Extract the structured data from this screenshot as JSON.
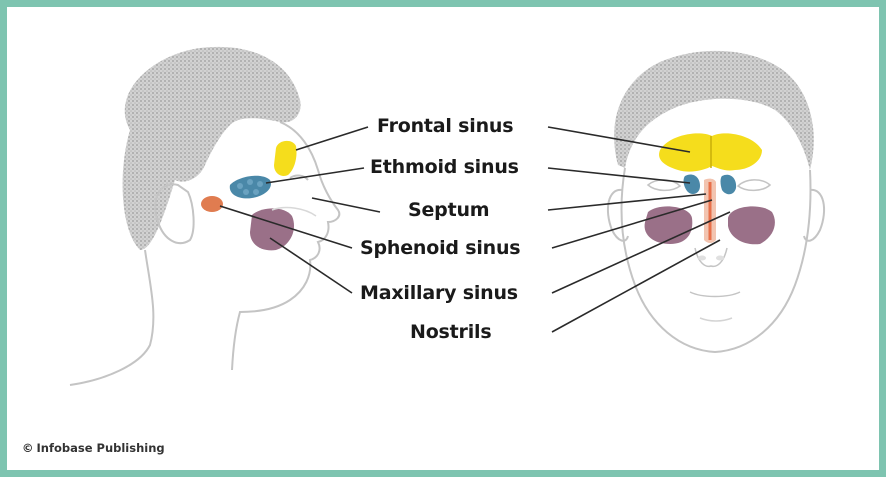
{
  "labels": {
    "frontal": "Frontal sinus",
    "ethmoid": "Ethmoid sinus",
    "septum": "Septum",
    "sphenoid": "Sphenoid sinus",
    "maxillary": "Maxillary sinus",
    "nostrils": "Nostrils"
  },
  "credit": {
    "symbol": "©",
    "text": "Infobase Publishing"
  },
  "colors": {
    "border": "#7ec4b0",
    "frontal": "#f5dd1c",
    "ethmoid": "#4a88a8",
    "sphenoid": "#e07c50",
    "maxillary": "#9a7088",
    "septum": "#e8704a",
    "hair": "#b8b8b8"
  }
}
